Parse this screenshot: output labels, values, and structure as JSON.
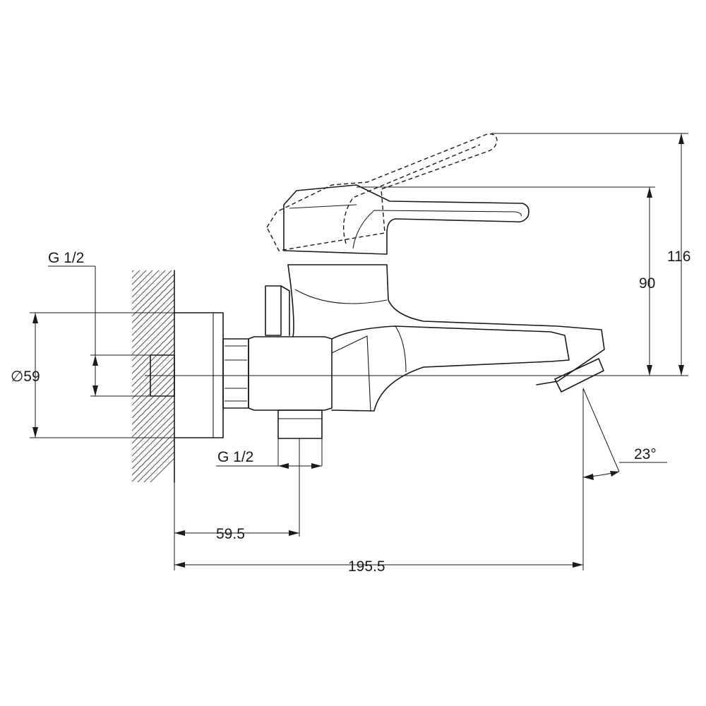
{
  "drawing": {
    "subject": "bath mixer tap, side view",
    "dimensions": {
      "wall_thread": "G 1/2",
      "diameter": "∅59",
      "inlet_thread": "G 1/2",
      "offset_inlet": "59.5",
      "overall_length": "195.5",
      "height_spout": "90",
      "height_lever": "116",
      "spout_angle": "23°"
    }
  }
}
